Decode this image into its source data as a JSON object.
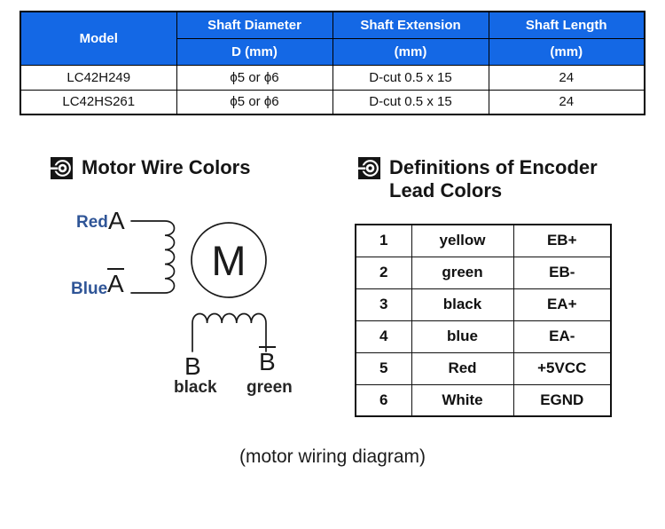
{
  "colors": {
    "table_header_bg": "#1468E5",
    "table_header_text": "#FFFFFF",
    "wire_label_blue": "#2F5597",
    "ink": "#1A1A1A"
  },
  "spec_table": {
    "header": {
      "model": "Model",
      "columns": [
        {
          "line1": "Shaft Diameter",
          "line2": "D (mm)"
        },
        {
          "line1": "Shaft Extension",
          "line2": "(mm)"
        },
        {
          "line1": "Shaft Length",
          "line2": "(mm)"
        }
      ]
    },
    "rows": [
      [
        "LC42H249",
        "ϕ5 or ϕ6",
        "D-cut 0.5 x 15",
        "24"
      ],
      [
        "LC42HS261",
        "ϕ5 or ϕ6",
        "D-cut 0.5 x 15",
        "24"
      ]
    ]
  },
  "sections": {
    "left_title": "Motor Wire Colors",
    "right_title_line1": "Definitions of Encoder",
    "right_title_line2": "Lead Colors"
  },
  "wiring": {
    "motor_letter": "M",
    "phase_a": {
      "top_color": "Red",
      "top_label": "A",
      "bottom_color": "Blue",
      "bottom_label": "A"
    },
    "phase_b": {
      "left_label": "B",
      "right_label": "B",
      "left_color": "black",
      "right_color": "green"
    }
  },
  "encoder_table": {
    "rows": [
      [
        "1",
        "yellow",
        "EB+"
      ],
      [
        "2",
        "green",
        "EB-"
      ],
      [
        "3",
        "black",
        "EA+"
      ],
      [
        "4",
        "blue",
        "EA-"
      ],
      [
        "5",
        "Red",
        "+5VCC"
      ],
      [
        "6",
        "White",
        "EGND"
      ]
    ]
  },
  "caption": "(motor wiring diagram)"
}
